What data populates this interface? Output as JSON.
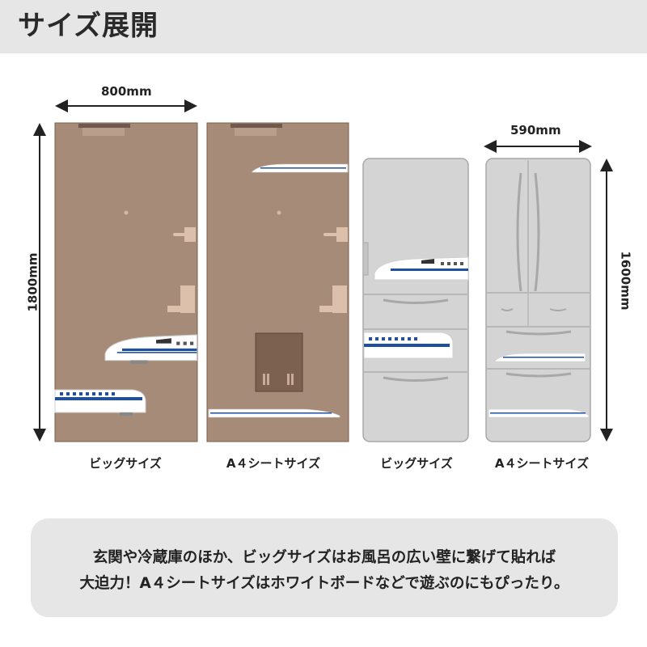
{
  "header": {
    "title": "サイズ展開"
  },
  "dimensions": {
    "door_width": "800mm",
    "door_height": "1800mm",
    "fridge_width": "590mm",
    "fridge_height": "1600mm"
  },
  "captions": {
    "door_big": "ビッグサイズ",
    "door_a4": "A４シートサイズ",
    "fridge_big": "ビッグサイズ",
    "fridge_a4": "A４シートサイズ"
  },
  "note": {
    "line1": "玄関や冷蔵庫のほか、ビッグサイズはお風呂の広い壁に繋げて貼れば",
    "line2": "大迫力！A４シートサイズはホワイトボードなどで遊ぶのにもぴったり。"
  },
  "colors": {
    "door": "#a58b78",
    "door_edge": "#7a5f4c",
    "fridge": "#d4d4d4",
    "fridge_edge": "#a8a8a8",
    "train_stripe": "#1f4fa0"
  }
}
